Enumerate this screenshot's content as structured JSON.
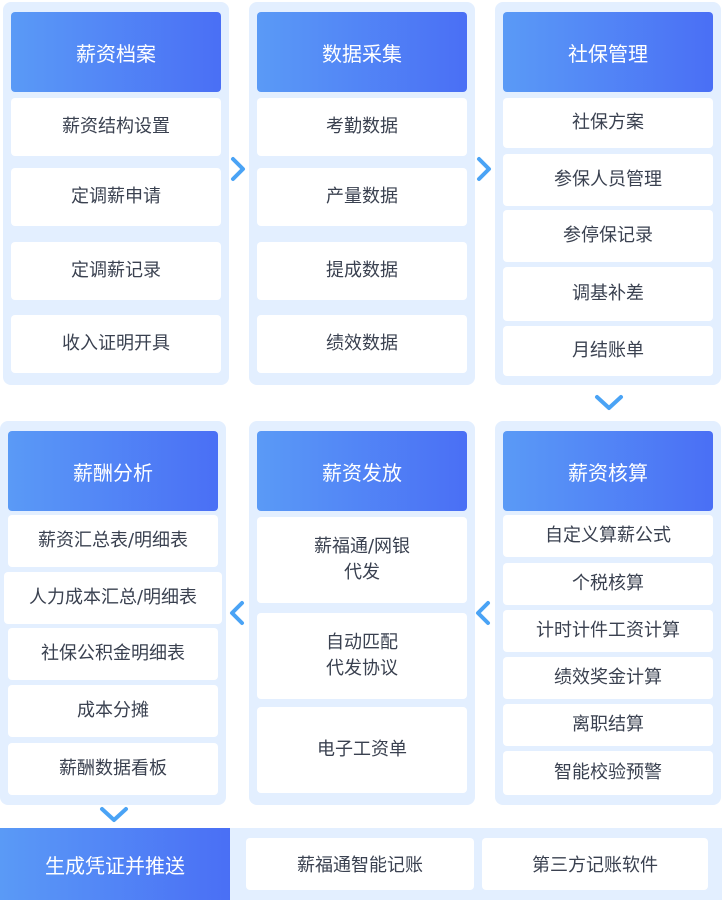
{
  "colors": {
    "panel_bg": "#e3efff",
    "header_from": "#5a9af6",
    "header_to": "#4a6ff5",
    "arrow": "#4aa3f5"
  },
  "archive": {
    "title": "薪资档案",
    "items": [
      "薪资结构设置",
      "定调薪申请",
      "定调薪记录",
      "收入证明开具"
    ]
  },
  "collection": {
    "title": "数据采集",
    "items": [
      "考勤数据",
      "产量数据",
      "提成数据",
      "绩效数据"
    ]
  },
  "social": {
    "title": "社保管理",
    "items": [
      "社保方案",
      "参保人员管理",
      "参停保记录",
      "调基补差",
      "月结账单"
    ]
  },
  "accounting": {
    "title": "薪资核算",
    "items": [
      "自定义算薪公式",
      "个税核算",
      "计时计件工资计算",
      "绩效奖金计算",
      "离职结算",
      "智能校验预警"
    ]
  },
  "payout": {
    "title": "薪资发放",
    "items": [
      "薪福通/网银\n代发",
      "自动匹配\n代发协议",
      "电子工资单"
    ]
  },
  "analysis": {
    "title": "薪酬分析",
    "items": [
      "薪资汇总表/明细表",
      "人力成本汇总/明细表",
      "社保公积金明细表",
      "成本分摊",
      "薪酬数据看板"
    ]
  },
  "voucher": {
    "title": "生成凭证并推送",
    "items": [
      "薪福通智能记账",
      "第三方记账软件"
    ]
  }
}
